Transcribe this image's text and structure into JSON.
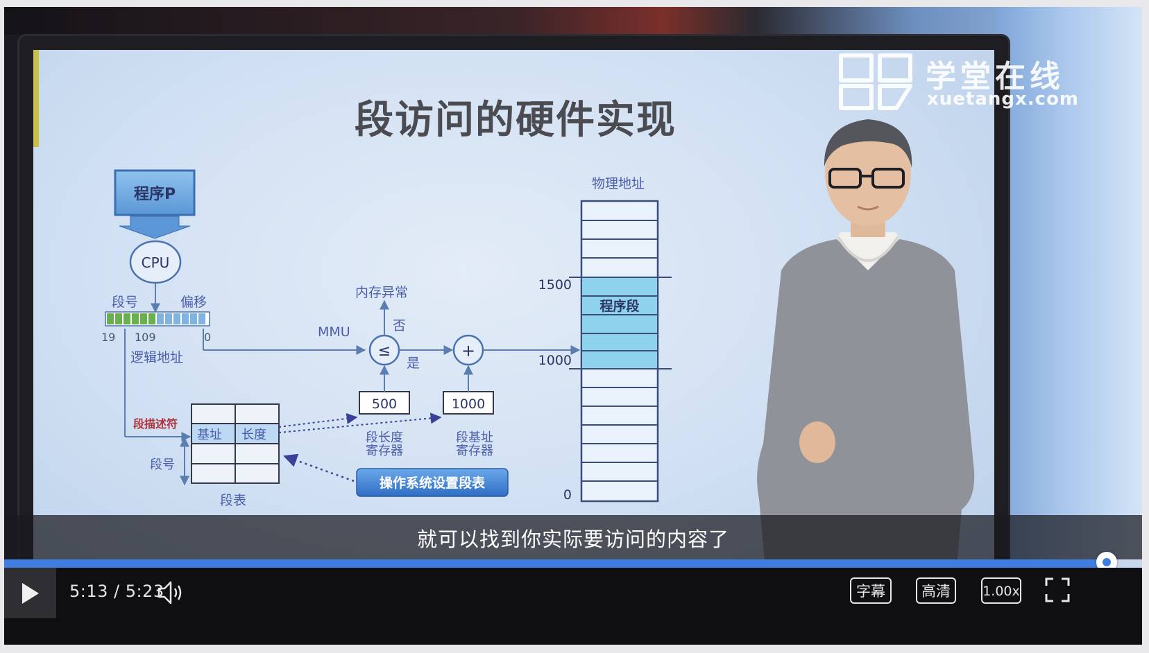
{
  "slide": {
    "title": "段访问的硬件实现",
    "program_label": "程序P",
    "cpu_label": "CPU",
    "segment_no_label": "段号",
    "offset_label": "偏移",
    "bit_19": "19",
    "bit_109": "109",
    "bit_0": "0",
    "logical_address_label": "逻辑地址",
    "mmu_label": "MMU",
    "memory_exception_label": "内存异常",
    "no_label": "否",
    "yes_label": "是",
    "compare_symbol": "≤",
    "add_symbol": "+",
    "length_register_value": "500",
    "base_register_value": "1000",
    "length_register_label_1": "段长度",
    "length_register_label_2": "寄存器",
    "base_register_label_1": "段基址",
    "base_register_label_2": "寄存器",
    "descriptor_label": "段描述符",
    "base_col_label": "基址",
    "length_col_label": "长度",
    "segment_table_index_label": "段号",
    "segment_table_label": "段表",
    "os_setup_button": "操作系统设置段表",
    "physical_address_label": "物理地址",
    "addr_1500": "1500",
    "addr_1000": "1000",
    "addr_0": "0",
    "program_segment_label": "程序段"
  },
  "watermark": {
    "brand_cn": "学堂在线",
    "brand_en": "xuetangx.com"
  },
  "subtitle": "就可以找到你实际要访问的内容了",
  "player": {
    "time_display": "5:13 / 5:23",
    "progress_fraction": 0.9687,
    "subtitles_button": "字幕",
    "quality_button": "高清",
    "speed_button": "1.00x",
    "accent_color": "#3f7ee0"
  },
  "icons": {
    "play": "play-icon",
    "volume": "volume-icon",
    "fullscreen": "fullscreen-icon",
    "watermark_logo": "book-logo-icon"
  }
}
